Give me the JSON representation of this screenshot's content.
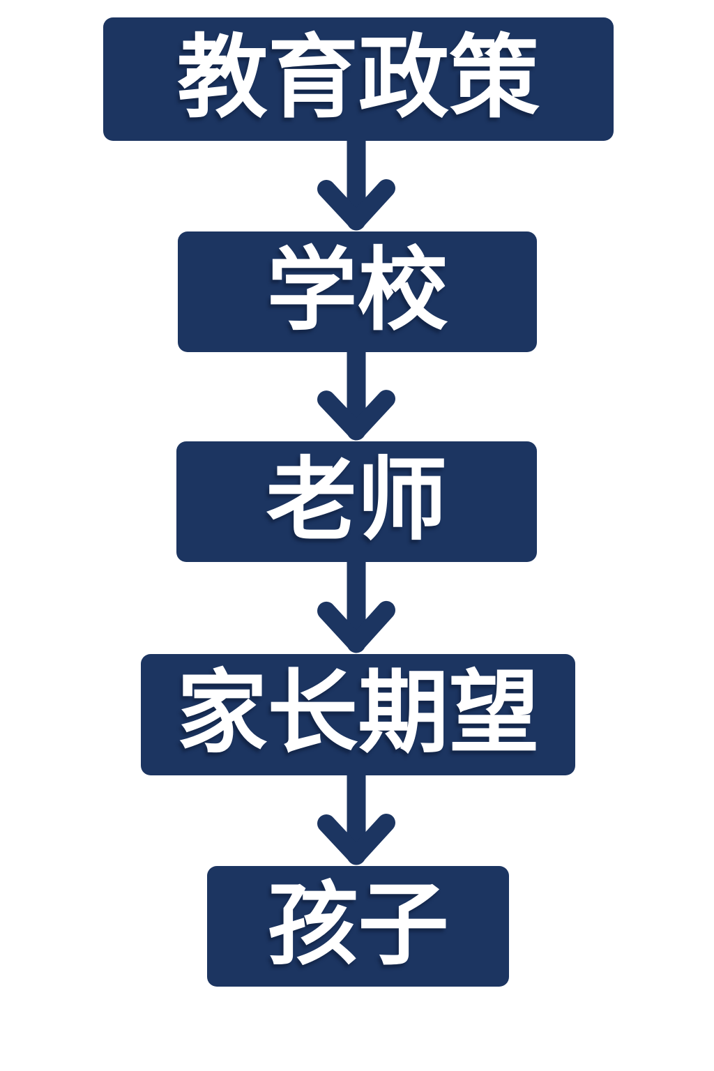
{
  "page": {
    "background_color": "#ffffff"
  },
  "diagram": {
    "type": "flowchart",
    "direction": "top-down",
    "accent_color": "#1c3561",
    "text_color": "#ffffff",
    "nodes": [
      {
        "id": "education-policy",
        "label": "教育政策"
      },
      {
        "id": "school",
        "label": "学校"
      },
      {
        "id": "teacher",
        "label": "老师"
      },
      {
        "id": "parent-expectations",
        "label": "家长期望"
      },
      {
        "id": "children",
        "label": "孩子"
      }
    ],
    "edges": [
      {
        "from": "education-policy",
        "to": "school"
      },
      {
        "from": "school",
        "to": "teacher"
      },
      {
        "from": "teacher",
        "to": "parent-expectations"
      },
      {
        "from": "parent-expectations",
        "to": "children"
      }
    ]
  }
}
